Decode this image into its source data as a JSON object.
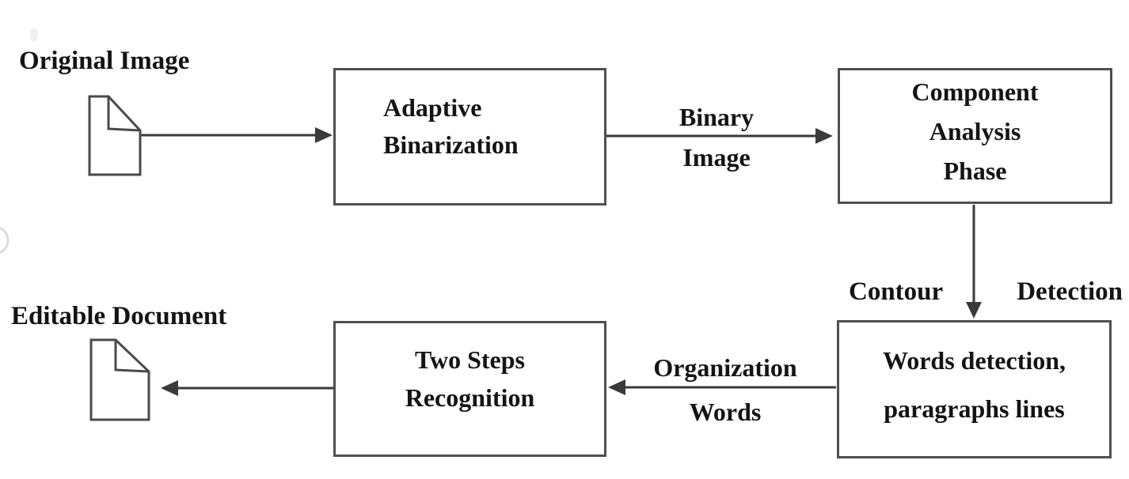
{
  "colors": {
    "background": "#ffffff",
    "box_border": "#4f4f4f",
    "arrow": "#3a3a3a",
    "text": "#141414"
  },
  "flow": {
    "start_label": "Original Image",
    "end_label": "Editable Document",
    "boxes": {
      "adaptive_binarization": {
        "lines": [
          "Adaptive",
          "Binarization"
        ]
      },
      "component_analysis": {
        "lines": [
          "Component",
          "Analysis",
          "Phase"
        ]
      },
      "words_detection": {
        "lines": [
          "Words detection,",
          "paragraphs lines"
        ]
      },
      "two_steps_recognition": {
        "lines": [
          "Two Steps",
          "Recognition"
        ]
      }
    },
    "edge_labels": {
      "binary_image": {
        "lines": [
          "Binary",
          "Image"
        ]
      },
      "contour_detection": {
        "words": [
          "Contour",
          "Detection"
        ]
      },
      "organization_words": {
        "lines": [
          "Organization",
          "Words"
        ]
      }
    },
    "icons": {
      "start": "document-icon",
      "end": "document-icon"
    },
    "edges": [
      {
        "from": "original-image-document",
        "to": "adaptive-binarization",
        "direction": "right"
      },
      {
        "from": "adaptive-binarization",
        "to": "component-analysis-phase",
        "direction": "right"
      },
      {
        "from": "component-analysis-phase",
        "to": "words-detection",
        "direction": "down"
      },
      {
        "from": "words-detection",
        "to": "two-steps-recognition",
        "direction": "left"
      },
      {
        "from": "two-steps-recognition",
        "to": "editable-document",
        "direction": "left"
      }
    ]
  }
}
